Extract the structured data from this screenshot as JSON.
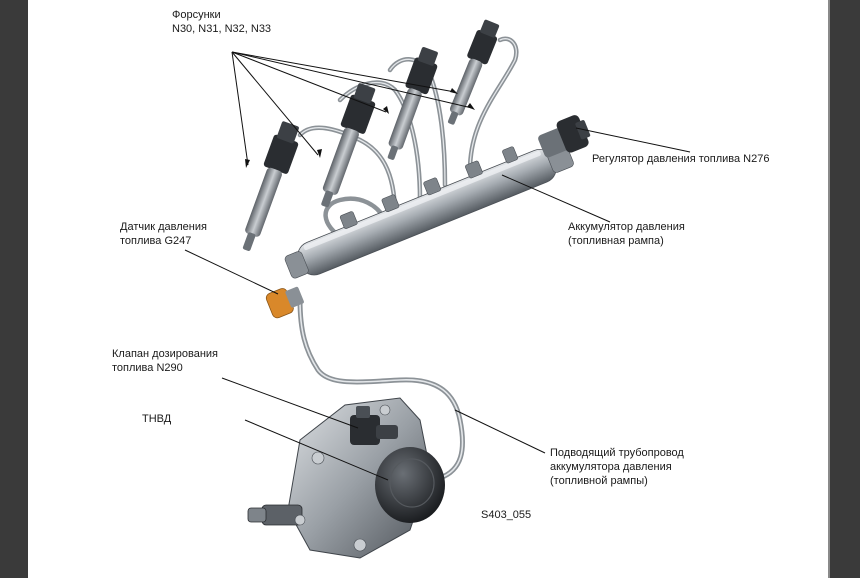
{
  "labels": {
    "injectors": {
      "line1": "Форсунки",
      "line2": "N30, N31, N32, N33"
    },
    "pressure_regulator": {
      "line1": "Регулятор давления топлива N276"
    },
    "pressure_sensor": {
      "line1": "Датчик давления",
      "line2": "топлива G247"
    },
    "accumulator": {
      "line1": "Аккумулятор давления",
      "line2": "(топливная рампа)"
    },
    "metering_valve": {
      "line1": "Клапан дозирования",
      "line2": "топлива N290"
    },
    "pump": {
      "line1": "ТНВД"
    },
    "supply_line": {
      "line1": "Подводящий трубопровод",
      "line2": "аккумулятора давления",
      "line3": "(топливной рампы)"
    },
    "figure_code": {
      "line1": "S403_055"
    }
  },
  "colors": {
    "frame": "#3a3a3a",
    "metal": "#9aa0a6",
    "metal_dark": "#4a4f55",
    "sensor_orange": "#d9882a",
    "leader": "#111111"
  }
}
